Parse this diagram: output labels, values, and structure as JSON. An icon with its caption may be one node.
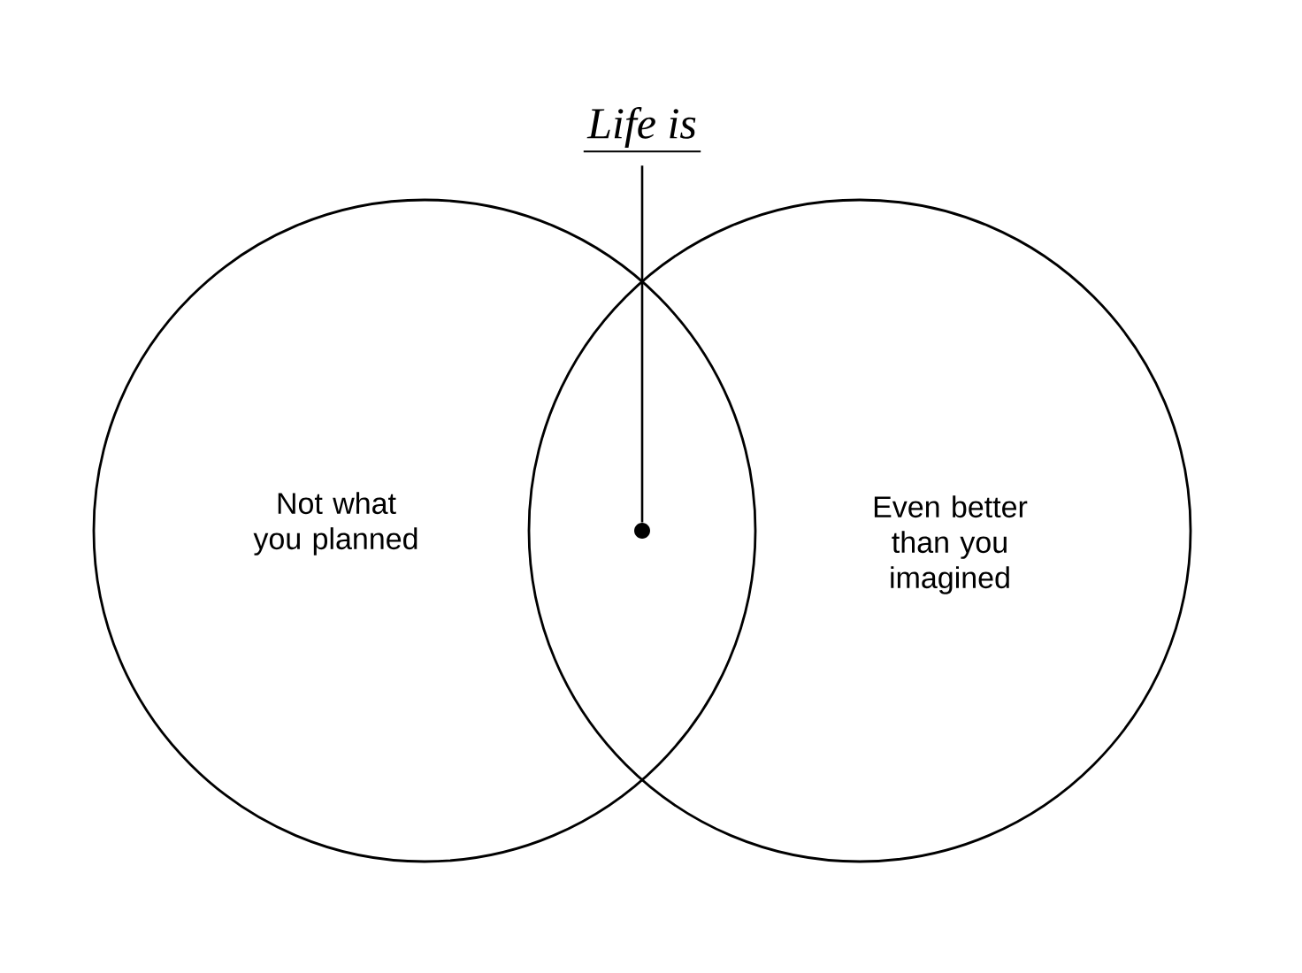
{
  "diagram": {
    "nodes": [
      {
        "text": [
          "Life is"
        ]
      },
      {
        "text": [
          "Not what you planned"
        ]
      },
      {
        "text": [
          "Even better than you imagined"
        ]
      },
      {
        "text": [],
        "shape": "circle"
      }
    ],
    "edges": [
      {
        "from": 0,
        "to": 3,
        "arrow": "none"
      }
    ]
  }
}
